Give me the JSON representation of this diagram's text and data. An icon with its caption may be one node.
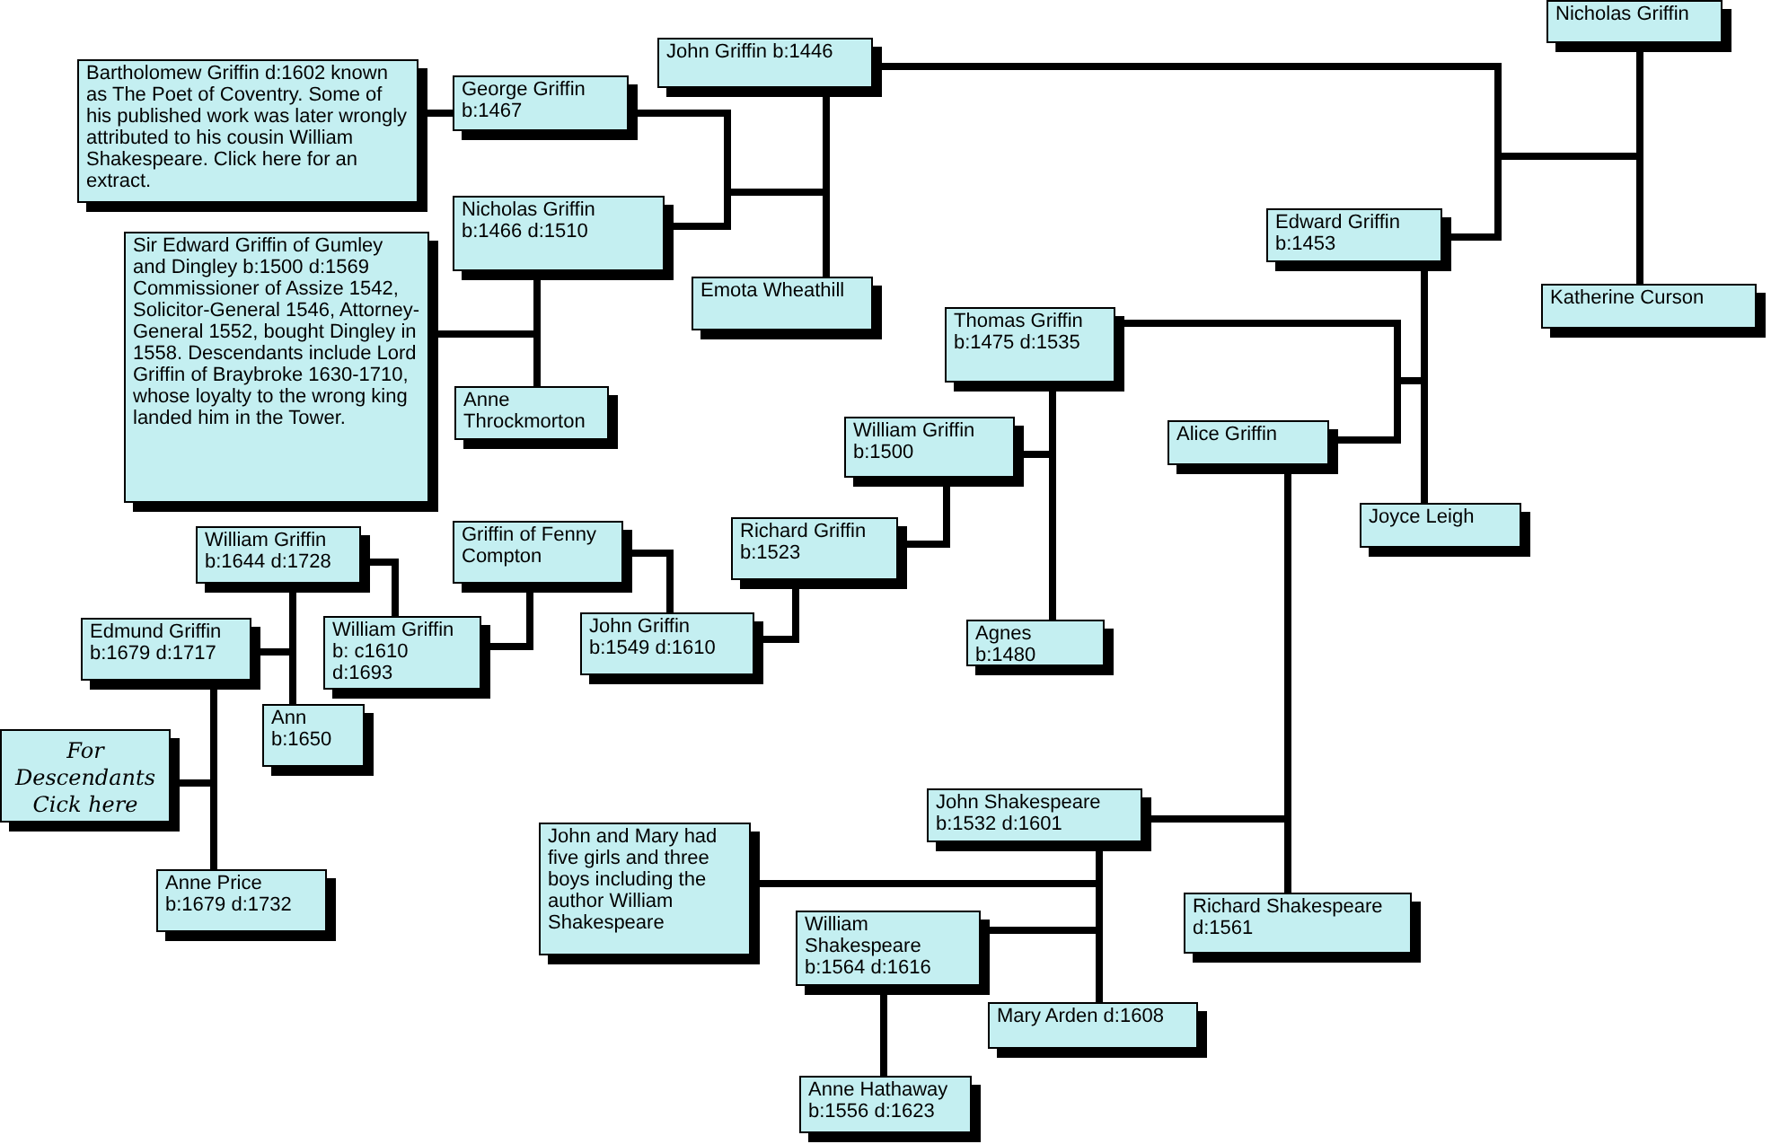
{
  "diagram": {
    "nodes": [
      {
        "text": [
          "Bartholomew Griffin d:1602 known as The Poet of Coventry. Some of his published work was later wrongly attributed to his cousin William Shakespeare. Click here for an extract."
        ]
      },
      {
        "text": [
          "George Griffin",
          "b:1467"
        ]
      },
      {
        "text": [
          "John Griffin b:1446"
        ]
      },
      {
        "text": [
          "Nicholas Griffin"
        ]
      },
      {
        "text": [
          "Sir Edward Griffin of Gumley and Dingley b:1500 d:1569 Commissioner of Assize 1542, Solicitor-General 1546, Attorney-General 1552, bought Dingley in 1558. Descendants include Lord Griffin of Braybroke 1630-1710, whose loyalty to the wrong king landed him in the Tower."
        ]
      },
      {
        "text": [
          "Nicholas Griffin",
          "b:1466 d:1510"
        ]
      },
      {
        "text": [
          "Emota Wheathill"
        ]
      },
      {
        "text": [
          "Edward Griffin",
          "b:1453"
        ]
      },
      {
        "text": [
          "Katherine Curson"
        ]
      },
      {
        "text": [
          "Anne Throckmorton"
        ]
      },
      {
        "text": [
          "Thomas Griffin",
          "b:1475 d:1535"
        ]
      },
      {
        "text": [
          "William Griffin",
          "b:1500"
        ]
      },
      {
        "text": [
          "Alice Griffin"
        ]
      },
      {
        "text": [
          "Joyce Leigh"
        ]
      },
      {
        "text": [
          "Griffin of Fenny Compton"
        ]
      },
      {
        "text": [
          "William Griffin",
          "b:1644 d:1728"
        ]
      },
      {
        "text": [
          "Richard Griffin",
          "b:1523"
        ]
      },
      {
        "text": [
          "Edmund Griffin",
          "b:1679 d:1717"
        ]
      },
      {
        "text": [
          "William Griffin",
          "b: c1610 d:1693"
        ]
      },
      {
        "text": [
          "John Griffin",
          "b:1549 d:1610"
        ]
      },
      {
        "text": [
          "Agnes b:1480"
        ]
      },
      {
        "text": [
          "Ann",
          "b:1650"
        ]
      },
      {
        "text": [
          "For Descendants Cick here"
        ]
      },
      {
        "text": [
          "John Shakespeare",
          "b:1532 d:1601"
        ]
      },
      {
        "text": [
          "John and Mary had five girls and three boys including the author William Shakespeare"
        ]
      },
      {
        "text": [
          "Richard Shakespeare",
          "d:1561"
        ]
      },
      {
        "text": [
          "William Shakespeare",
          "b:1564 d:1616"
        ]
      },
      {
        "text": [
          "Mary Arden d:1608"
        ]
      },
      {
        "text": [
          "Anne Price",
          "b:1679 d:1732"
        ]
      },
      {
        "text": [
          "Anne Hathaway",
          "b:1556  d:1623"
        ]
      }
    ],
    "edges": [
      {
        "from": 2,
        "to": 6,
        "arrow": "none"
      },
      {
        "from": 2,
        "to": 1,
        "arrow": "none"
      },
      {
        "from": 2,
        "to": 5,
        "arrow": "none"
      },
      {
        "from": 0,
        "to": 1,
        "arrow": "none"
      },
      {
        "from": 5,
        "to": 9,
        "arrow": "none"
      },
      {
        "from": 5,
        "to": 4,
        "arrow": "none"
      },
      {
        "from": 3,
        "to": 8,
        "arrow": "none"
      },
      {
        "from": 3,
        "to": 2,
        "arrow": "none"
      },
      {
        "from": 3,
        "to": 7,
        "arrow": "none"
      },
      {
        "from": 7,
        "to": 13,
        "arrow": "none"
      },
      {
        "from": 7,
        "to": 10,
        "arrow": "none"
      },
      {
        "from": 7,
        "to": 12,
        "arrow": "none"
      },
      {
        "from": 10,
        "to": 20,
        "arrow": "none"
      },
      {
        "from": 10,
        "to": 11,
        "arrow": "none"
      },
      {
        "from": 11,
        "to": 16,
        "arrow": "none"
      },
      {
        "from": 16,
        "to": 19,
        "arrow": "none"
      },
      {
        "from": 19,
        "to": 14,
        "arrow": "none"
      },
      {
        "from": 14,
        "to": 18,
        "arrow": "none"
      },
      {
        "from": 18,
        "to": 15,
        "arrow": "none"
      },
      {
        "from": 15,
        "to": 21,
        "arrow": "none"
      },
      {
        "from": 15,
        "to": 17,
        "arrow": "none"
      },
      {
        "from": 17,
        "to": 28,
        "arrow": "none"
      },
      {
        "from": 17,
        "to": 22,
        "arrow": "none"
      },
      {
        "from": 12,
        "to": 25,
        "arrow": "none"
      },
      {
        "from": 12,
        "to": 23,
        "arrow": "none"
      },
      {
        "from": 23,
        "to": 27,
        "arrow": "none"
      },
      {
        "from": 23,
        "to": 24,
        "arrow": "none"
      },
      {
        "from": 23,
        "to": 26,
        "arrow": "none"
      },
      {
        "from": 26,
        "to": 29,
        "arrow": "none"
      }
    ]
  }
}
